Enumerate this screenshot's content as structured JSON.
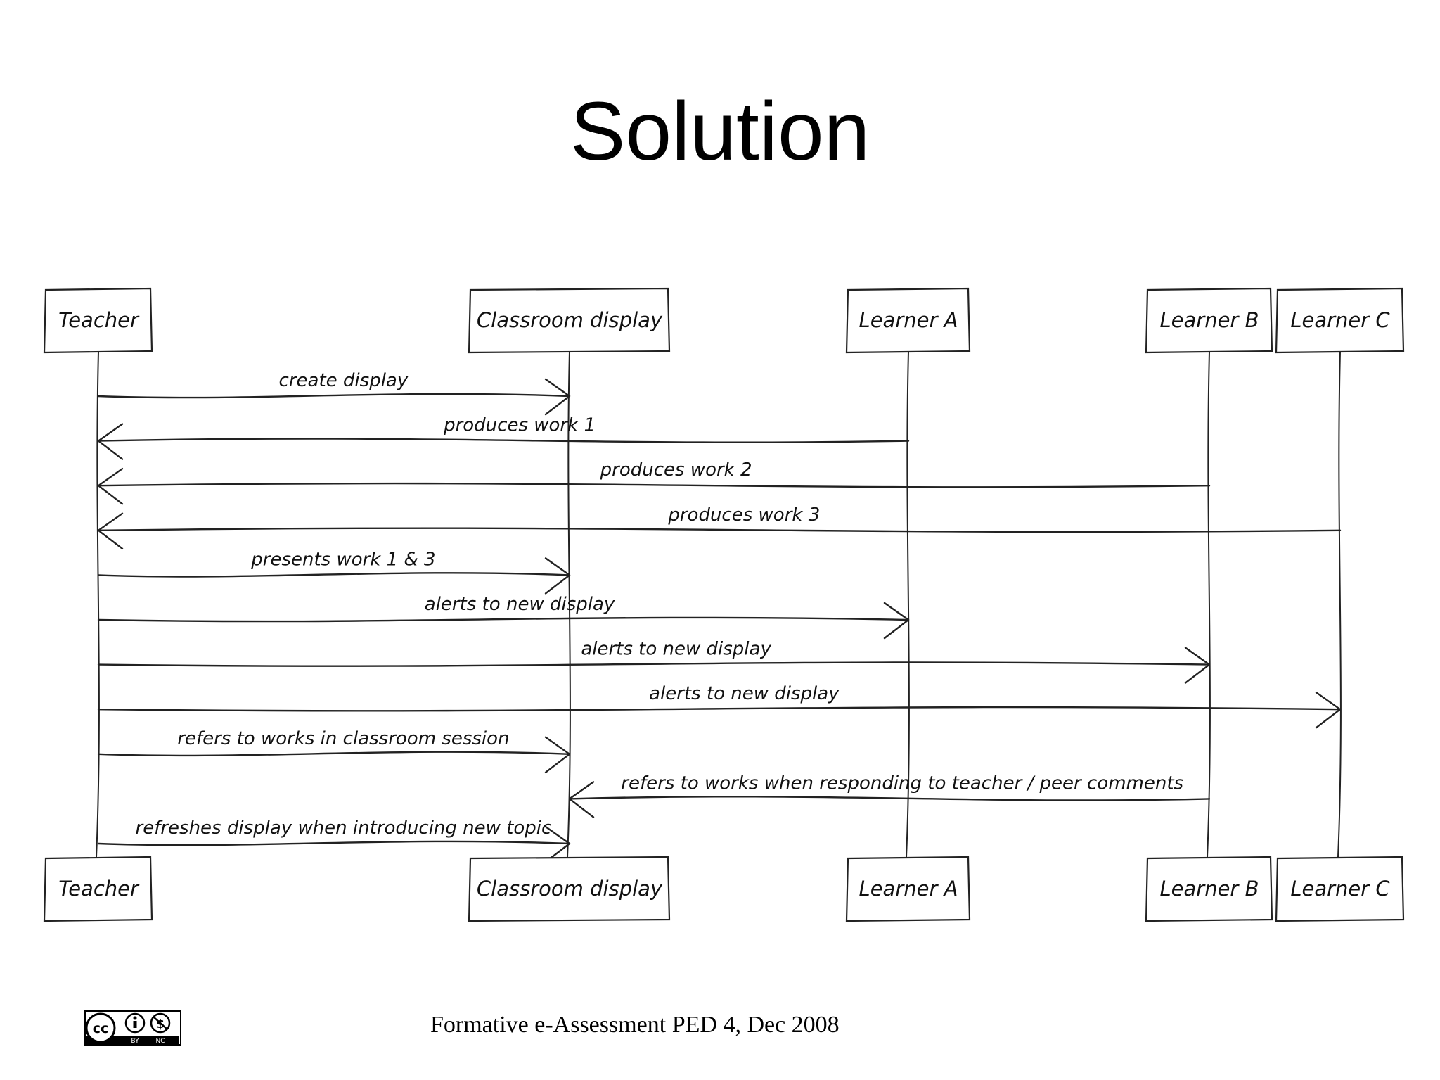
{
  "slide": {
    "title": "Solution",
    "footer": "Formative e-Assessment PED 4, Dec 2008"
  },
  "license_badge": {
    "icon": "cc-by-nc-icon",
    "by_text": "BY",
    "nc_text": "NC"
  },
  "diagram": {
    "type": "sequence",
    "participants": [
      {
        "id": "teacher",
        "label": "Teacher"
      },
      {
        "id": "display",
        "label": "Classroom display"
      },
      {
        "id": "learnerA",
        "label": "Learner A"
      },
      {
        "id": "learnerB",
        "label": "Learner B"
      },
      {
        "id": "learnerC",
        "label": "Learner C"
      }
    ],
    "messages": [
      {
        "from": "teacher",
        "to": "display",
        "label": "create display"
      },
      {
        "from": "learnerA",
        "to": "teacher",
        "label": "produces work 1"
      },
      {
        "from": "learnerB",
        "to": "teacher",
        "label": "produces work 2"
      },
      {
        "from": "learnerC",
        "to": "teacher",
        "label": "produces work 3"
      },
      {
        "from": "teacher",
        "to": "display",
        "label": "presents work 1 & 3"
      },
      {
        "from": "teacher",
        "to": "learnerA",
        "label": "alerts to new display"
      },
      {
        "from": "teacher",
        "to": "learnerB",
        "label": "alerts to new display"
      },
      {
        "from": "teacher",
        "to": "learnerC",
        "label": "alerts to new display"
      },
      {
        "from": "teacher",
        "to": "display",
        "label": "refers to works in classroom session"
      },
      {
        "from": "learnerB",
        "to": "display",
        "label": "refers to works when responding to teacher / peer comments"
      },
      {
        "from": "teacher",
        "to": "display",
        "label": "refreshes display when introducing new topic"
      }
    ]
  }
}
